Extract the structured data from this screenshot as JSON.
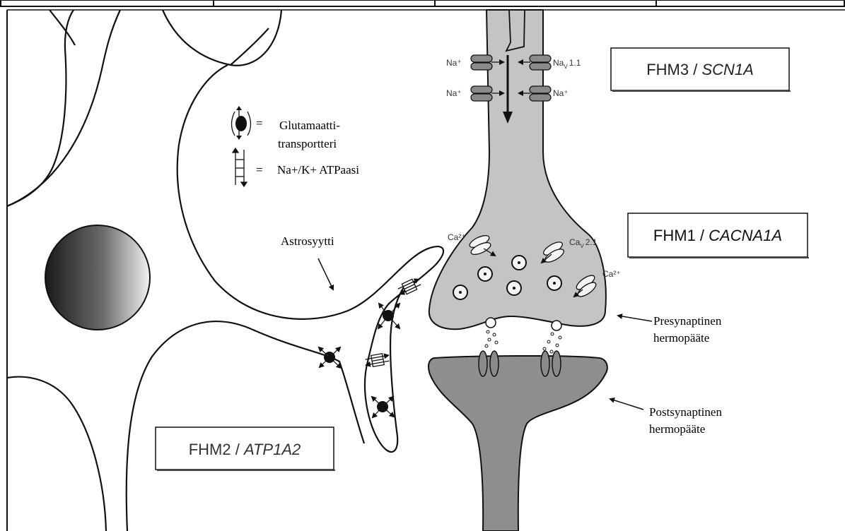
{
  "labels": {
    "fhm3_name": "FHM3",
    "fhm3_gene": "SCN1A",
    "fhm1_name": "FHM1",
    "fhm1_gene": "CACNA1A",
    "fhm2_name": "FHM2",
    "fhm2_gene": "ATP1A2",
    "slash": " / "
  },
  "legend": {
    "eq": "=",
    "glutamate_line1": "Glutamaatti-",
    "glutamate_line2": "transportteri",
    "atpase": "Na+/K+ ATPaasi"
  },
  "annotations": {
    "astrocyte": "Astrosyytti",
    "presynaptic_line1": "Presynaptinen",
    "presynaptic_line2": "hermopääte",
    "postsynaptic_line1": "Postsynaptinen",
    "postsynaptic_line2": "hermopääte"
  },
  "ions": {
    "na": "Na⁺",
    "ca": "Ca²⁺",
    "nav_prefix": "Na",
    "nav_sub": "V",
    "nav_suffix": "1.1",
    "cav_prefix": "Ca",
    "cav_sub": "V",
    "cav_suffix": "2.1"
  },
  "colors": {
    "neuron_fill": "#c4c4c4",
    "postsynaptic_fill": "#8e8e8e",
    "outline": "#111111"
  }
}
